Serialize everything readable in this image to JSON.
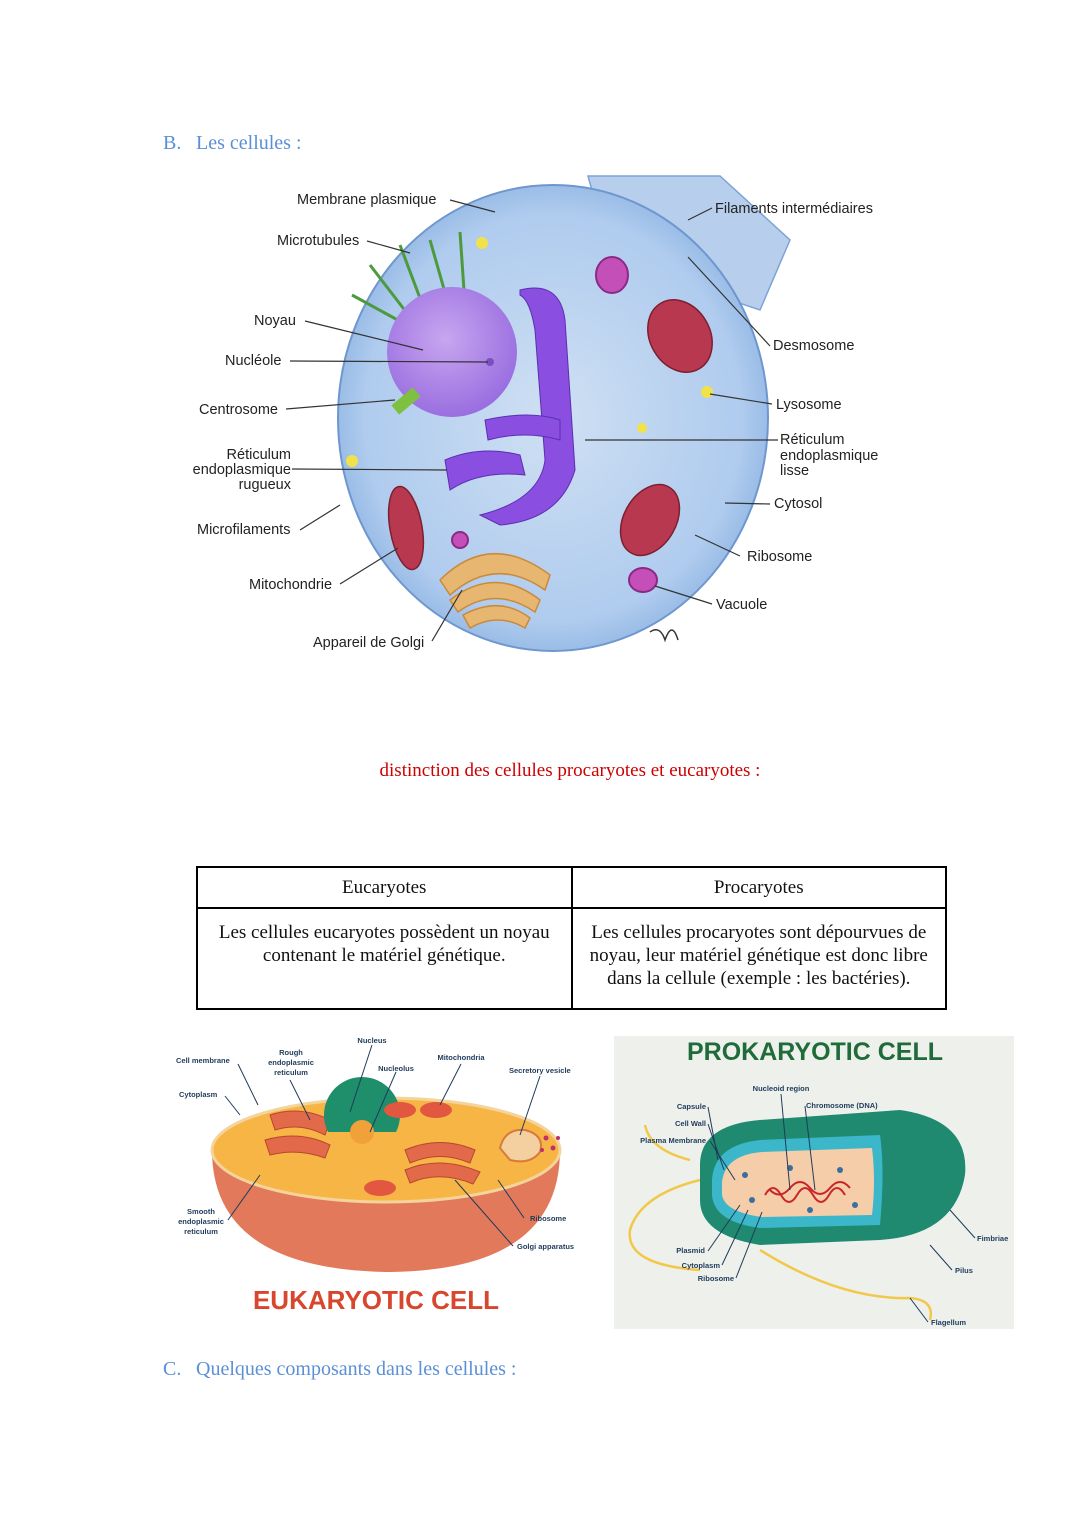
{
  "section_b": {
    "num": "B.",
    "title": "Les cellules :"
  },
  "cell_diagram": {
    "labels": {
      "membrane": "Membrane plasmique",
      "microtubules": "Microtubules",
      "noyau": "Noyau",
      "nucleole": "Nucléole",
      "centrosome": "Centrosome",
      "rer_1": "Réticulum",
      "rer_2": "endoplasmique",
      "rer_3": "rugueux",
      "microfilaments": "Microfilaments",
      "mitochondrie": "Mitochondrie",
      "golgi": "Appareil de Golgi",
      "filaments": "Filaments intermédiaires",
      "desmosome": "Desmosome",
      "lysosome": "Lysosome",
      "rel_1": "Réticulum",
      "rel_2": "endoplasmique",
      "rel_3": "lisse",
      "cytosol": "Cytosol",
      "ribosome": "Ribosome",
      "vacuole": "Vacuole"
    }
  },
  "subtitle": "distinction des cellules procaryotes et eucaryotes :",
  "table": {
    "headers": [
      "Eucaryotes",
      "Procaryotes"
    ],
    "cells": [
      "Les cellules eucaryotes possèdent un noyau contenant le matériel génétique.",
      "Les cellules procaryotes sont dépourvues de noyau, leur matériel génétique est donc libre dans la cellule (exemple : les bactéries)."
    ]
  },
  "eukaryotic": {
    "title": "EUKARYOTIC CELL",
    "labels": {
      "cell_membrane": "Cell membrane",
      "rough_1": "Rough",
      "rough_2": "endoplasmic",
      "rough_3": "reticulum",
      "nucleus": "Nucleus",
      "nucleolus": "Nucleolus",
      "mitochondria": "Mitochondria",
      "secretory": "Secretory vesicle",
      "cytoplasm": "Cytoplasm",
      "smooth_1": "Smooth",
      "smooth_2": "endoplasmic",
      "smooth_3": "reticulum",
      "ribosome": "Ribosome",
      "golgi": "Golgi apparatus"
    }
  },
  "prokaryotic": {
    "title": "PROKARYOTIC CELL",
    "labels": {
      "nucleoid": "Nucleoid region",
      "chromosome": "Chromosome (DNA)",
      "capsule": "Capsule",
      "cell_wall": "Cell Wall",
      "plasma": "Plasma Membrane",
      "plasmid": "Plasmid",
      "cytoplasm": "Cytoplasm",
      "ribosome": "Ribosome",
      "fimbriae": "Fimbriae",
      "pilus": "Pilus",
      "flagellum": "Flagellum"
    }
  },
  "section_c": {
    "num": "C.",
    "title": "Quelques composants dans les cellules :"
  },
  "colors": {
    "heading": "#5b8fd6",
    "subtitle": "#cc0000",
    "prokaryotic_title": "#1f6b3a",
    "eukaryotic_title": "#d9462e"
  }
}
